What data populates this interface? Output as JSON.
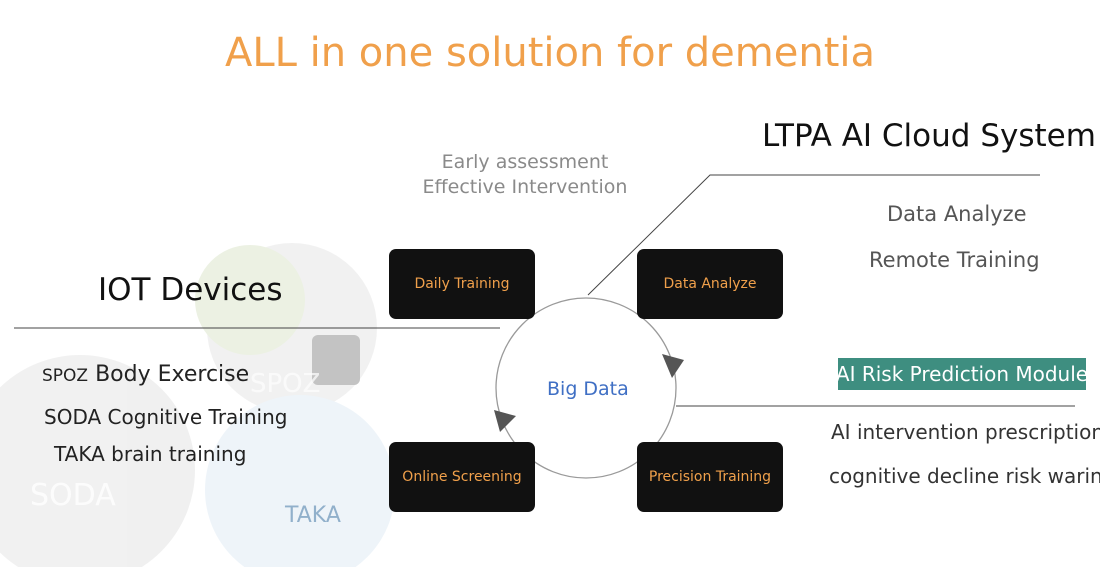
{
  "title": "ALL in one solution for dementia",
  "cloud": {
    "heading": "LTPA AI Cloud System",
    "features": [
      "Data Analyze",
      "Remote Training"
    ]
  },
  "goal": {
    "line1": "Early assessment",
    "line2": "Effective Intervention"
  },
  "iot": {
    "heading": "IOT Devices",
    "spoz_prefix": "SPOZ",
    "spoz_rest": " Body Exercise",
    "soda": "SODA Cognitive Training",
    "taka": "TAKA brain training"
  },
  "center": "Big Data",
  "cycle": {
    "daily": "Daily Training",
    "data": "Data Analyze",
    "precision": "Precision Training",
    "online": "Online Screening"
  },
  "ai_module": {
    "badge": "AI Risk Prediction Module",
    "features": [
      "AI intervention prescription",
      "cognitive decline risk waring"
    ]
  },
  "photo_labels": {
    "spoz": "SPOZ",
    "soda": "SODA",
    "taka": "TAKA"
  },
  "colors": {
    "title": "#F0A04B",
    "box_text": "#F0A04B",
    "badge": "#3E8E80",
    "center": "#3F6FC4"
  }
}
